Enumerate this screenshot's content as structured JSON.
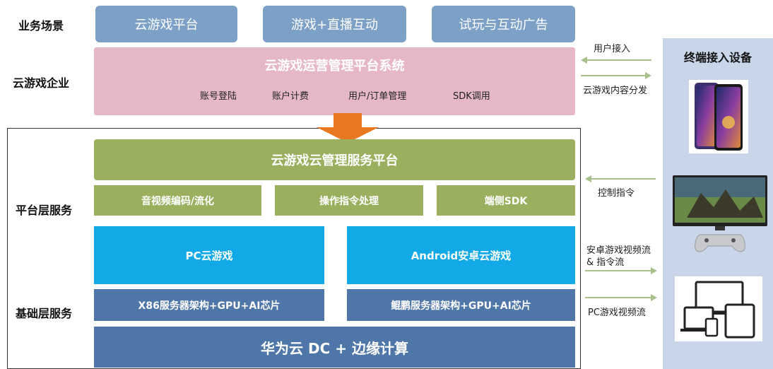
{
  "side_labels": {
    "business": "业务场景",
    "enterprise": "云游戏企业",
    "platform": "平台层服务",
    "infra": "基础层服务"
  },
  "scenes": [
    "云游戏平台",
    "游戏+直播互动",
    "试玩与互动广告"
  ],
  "enterprise": {
    "title": "云游戏运营管理平台系统",
    "items": [
      "账号登陆",
      "账户计费",
      "用户/订单管理",
      "SDK调用"
    ]
  },
  "platform": {
    "title": "云游戏云管理服务平台",
    "subs": [
      "音视频编码/流化",
      "操作指令处理",
      "端侧SDK"
    ]
  },
  "infra": {
    "pc": "PC云游戏",
    "android": "Android安卓云游戏",
    "x86": "X86服务器架构+GPU+AI芯片",
    "kunpeng": "鲲鹏服务器架构+GPU+AI芯片",
    "dc": "华为云 DC  +  边缘计算"
  },
  "flows": {
    "user_access": "用户接入",
    "content_dist": "云游戏内容分发",
    "control": "控制指令",
    "android_stream_1": "安卓游戏视频流",
    "android_stream_2": "& 指令流",
    "pc_stream": "PC游戏视频流"
  },
  "devices": {
    "title": "终端接入设备",
    "phone_icon": "smartphone-icon",
    "monitor_icon": "monitor-gamepad-icon",
    "multi_icon": "multi-device-icon"
  },
  "colors": {
    "scene_blue": "#7da0c7",
    "enterprise_pink": "#e5b7c9",
    "platform_green": "#9bb05f",
    "cloud_cyan": "#12a9e6",
    "infra_steel": "#4f76a8",
    "arrow_orange": "#e87722",
    "panel_bg": "#c9d6e9"
  }
}
